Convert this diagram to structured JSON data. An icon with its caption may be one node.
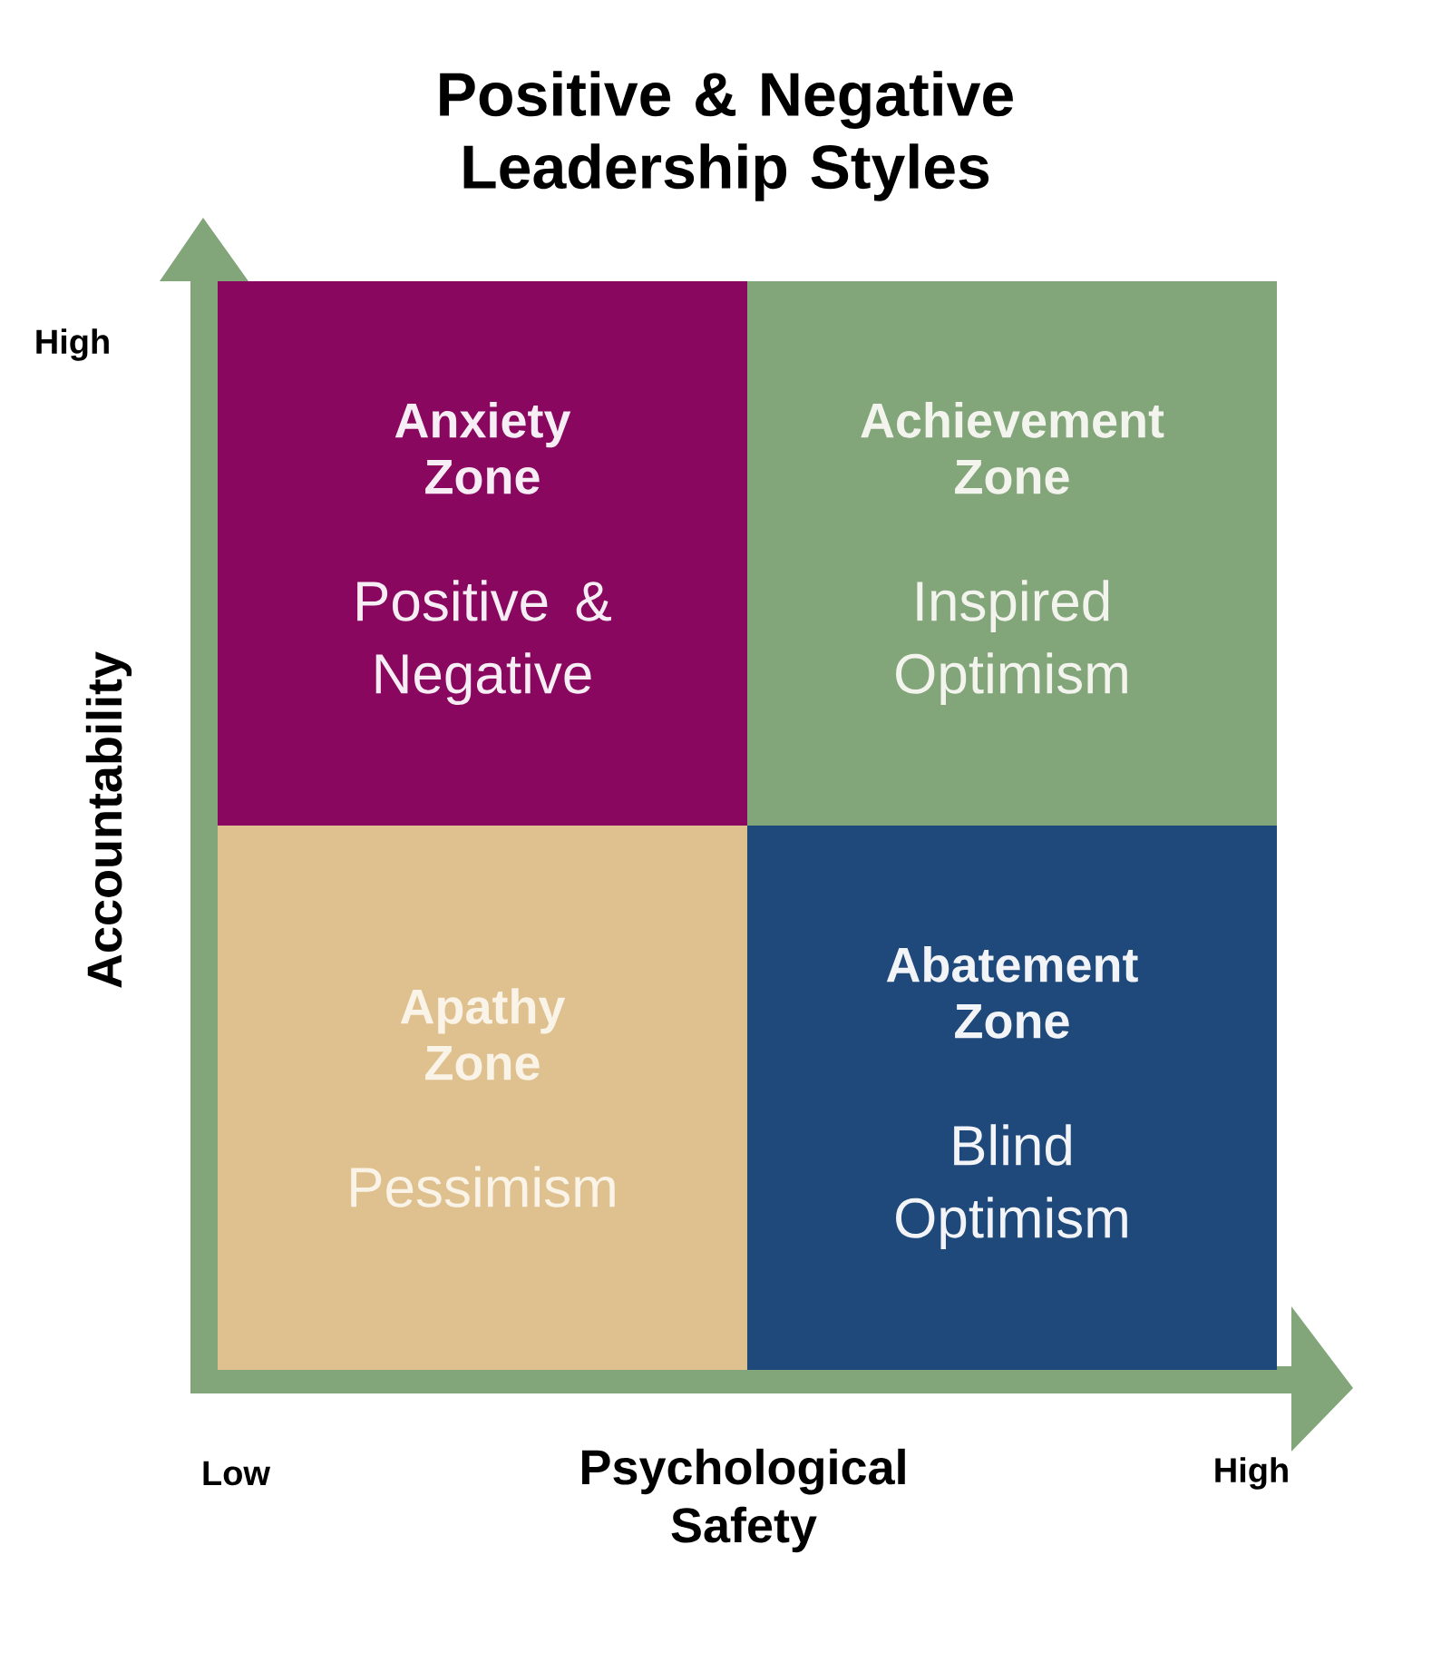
{
  "diagram": {
    "title": "Positive & Negative Leadership Styles",
    "nodes": [
      {
        "text": [
          "Anxiety Zone",
          "Positive & Negative"
        ]
      },
      {
        "text": [
          "Achievement Zone",
          "Inspired Optimism"
        ]
      },
      {
        "text": [
          "Apathy Zone",
          "Pessimism"
        ]
      },
      {
        "text": [
          "Abatement Zone",
          "Blind Optimism"
        ]
      }
    ],
    "edges": [],
    "labels": [
      "High",
      "Accountability",
      "Low",
      "Psychological Safety",
      "High"
    ]
  }
}
